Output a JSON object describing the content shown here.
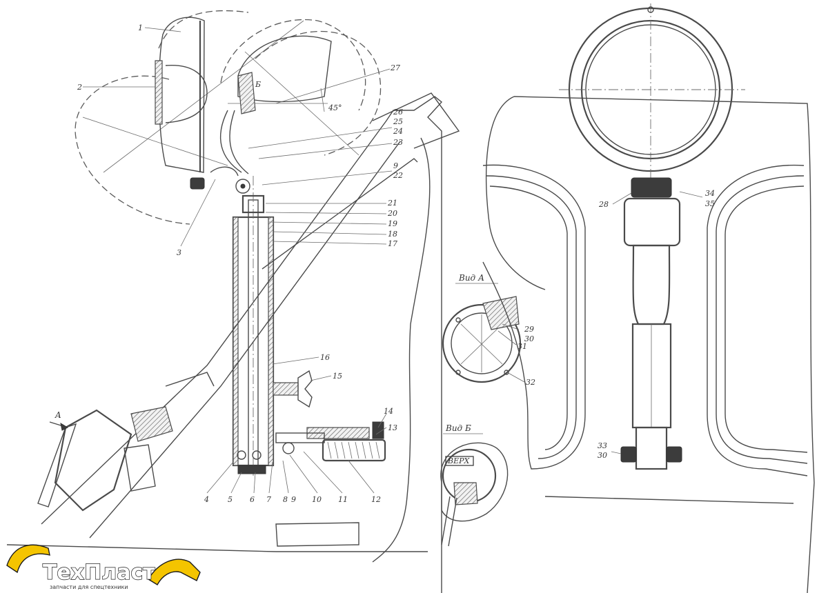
{
  "labels": {
    "l1": "1",
    "l2": "2",
    "l3": "3",
    "l4": "4",
    "l5": "5",
    "l6": "6",
    "l7": "7",
    "l8": "8",
    "l9": "9",
    "l10": "10",
    "l11": "11",
    "l12": "12",
    "l13": "13",
    "l14": "14",
    "l15": "15",
    "l16": "16",
    "l17": "17",
    "l18": "18",
    "l19": "19",
    "l20": "20",
    "l21": "21",
    "l22": "22",
    "l9b": "9",
    "l23": "23",
    "l24": "24",
    "l25": "25",
    "l26": "26",
    "l27": "27",
    "l28": "28",
    "l29": "29",
    "l30": "30",
    "l31": "31",
    "l32": "32",
    "l33": "33",
    "l30b": "30",
    "l34": "34",
    "l35": "35",
    "angle": "45°",
    "arrowA": "A",
    "markB": "Б"
  },
  "views": {
    "viewA": "Вид А",
    "viewB": "Вид Б",
    "top_mark": "ВЕРХ"
  },
  "logo": {
    "name": "ТехПласт",
    "tagline": "запчасти для спецтехники",
    "accent": "#f4c400"
  }
}
